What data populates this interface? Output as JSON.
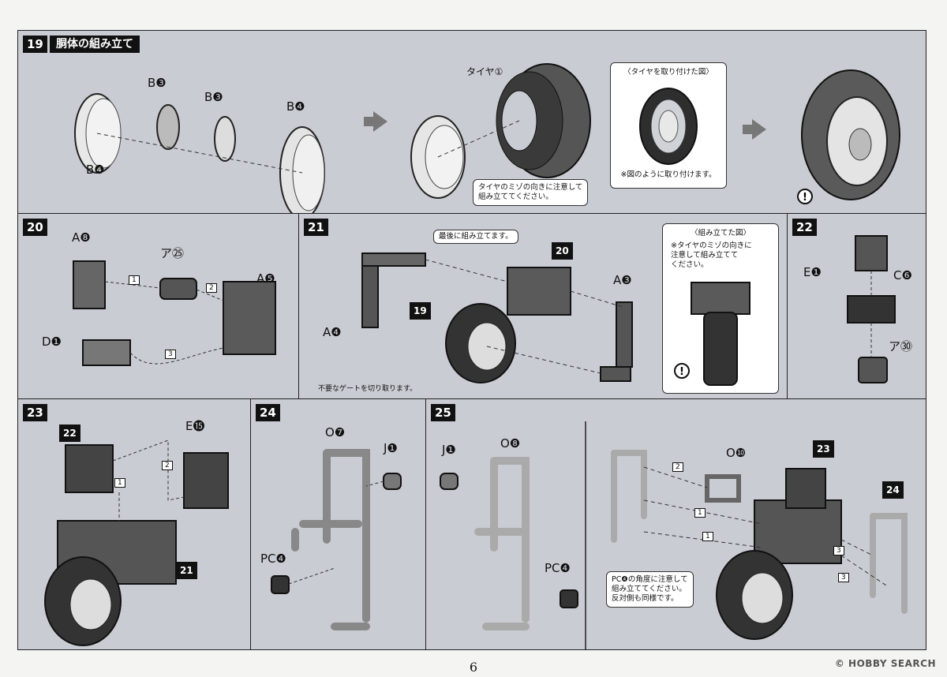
{
  "page_number": "6",
  "watermark": "© HOBBY SEARCH",
  "steps": {
    "s19": {
      "num": "19",
      "title": "胴体の組み立て",
      "labels": {
        "b3a": "B❸",
        "b3b": "B❸",
        "b4a": "B❹",
        "b4b": "B❹",
        "tire": "タイヤ①"
      },
      "note_groove": "タイヤのミゾの向きに注意して\n組み立ててください。",
      "inset_title": "〈タイヤを取り付けた図〉",
      "inset_caption": "※図のように取り付けます。"
    },
    "s20": {
      "num": "20",
      "labels": {
        "a8": "A❽",
        "a25": "ア㉕",
        "a5": "A❺",
        "d1": "D❶"
      },
      "steps": [
        "1",
        "2",
        "3"
      ]
    },
    "s21": {
      "num": "21",
      "labels": {
        "a4": "A❹",
        "a3": "A❸",
        "ref19": "19",
        "ref20": "20"
      },
      "note_last": "最後に組み立てます。",
      "gate_note": "不要なゲートを切り取ります。",
      "inset_title": "〈組み立てた図〉",
      "inset_text": "※タイヤのミゾの向きに\n注意して組み立てて\nください。"
    },
    "s22": {
      "num": "22",
      "labels": {
        "e1": "E❶",
        "c6": "C❻",
        "a30": "ア㉚"
      }
    },
    "s23": {
      "num": "23",
      "labels": {
        "ref22": "22",
        "e15": "E⓯",
        "ref21": "21"
      },
      "steps": [
        "1",
        "2"
      ]
    },
    "s24": {
      "num": "24",
      "labels": {
        "o7": "O❼",
        "j1": "J❶",
        "pcd": "PC❹"
      }
    },
    "s25": {
      "num": "25",
      "labels": {
        "j1": "J❶",
        "o8": "O❽",
        "pcd": "PC❹",
        "o10": "O❿",
        "ref23": "23",
        "ref24": "24"
      },
      "steps": [
        "2",
        "1",
        "1",
        "3",
        "3"
      ],
      "note_angle": "PC❹の角度に注意して\n組み立ててください。\n反対側も同様です。"
    }
  }
}
